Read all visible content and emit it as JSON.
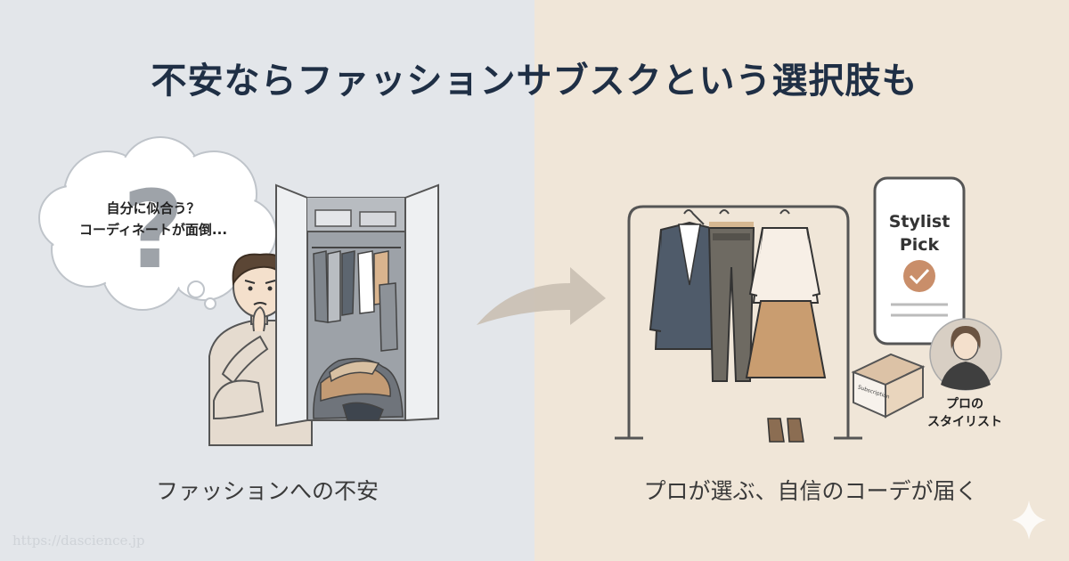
{
  "title": "不安ならファッションサブスクという選択肢も",
  "left": {
    "thought_bubble": {
      "line1": "自分に似合う？",
      "line2": "コーディネートが面倒..."
    },
    "caption": "ファッションへの不安"
  },
  "right": {
    "phone": {
      "line1": "Stylist",
      "line2": "Pick"
    },
    "box_label": "Subscription",
    "stylist": {
      "line1": "プロの",
      "line2": "スタイリスト"
    },
    "caption": "プロが選ぶ、自信のコーデが届く"
  },
  "watermark": "https://dascience.jp",
  "icons": [
    "question-mark-icon",
    "arrow-right-icon",
    "checkmark-icon",
    "sparkle-icon"
  ],
  "colors": {
    "left_bg": "#e3e6ea",
    "right_bg": "#f0e6d8",
    "title": "#1f2f45",
    "accent_check": "#c98e6a"
  }
}
